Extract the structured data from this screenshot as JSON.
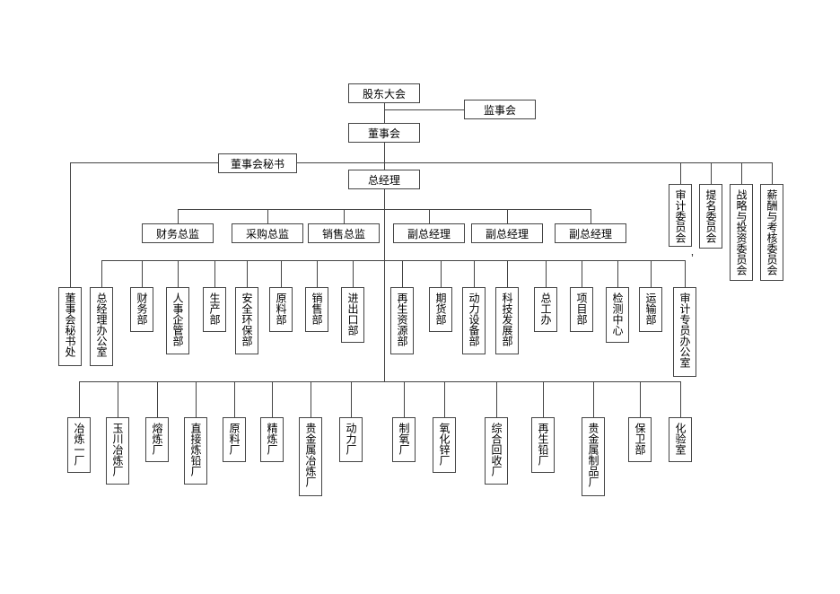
{
  "page": {
    "background": "#ffffff",
    "border_color": "#444444",
    "line_color": "#444444"
  },
  "org": {
    "root": "股东大会",
    "supervisory_board": "监事会",
    "board": "董事会",
    "board_secretary": "董事会秘书",
    "general_manager": "总经理",
    "committees": [
      "审计委员会",
      "提名委员会",
      "战略与投资委员会",
      "薪酬与考核委员会"
    ],
    "executives": [
      "财务总监",
      "采购总监",
      "销售总监",
      "副总经理",
      "副总经理",
      "副总经理"
    ],
    "departments": [
      "董事会秘书处",
      "总经理办公室",
      "财务部",
      "人事企管部",
      "生产部",
      "安全环保部",
      "原料部",
      "销售部",
      "进出口部",
      "再生资源部",
      "期货部",
      "动力设备部",
      "科技发展部",
      "总工办",
      "项目部",
      "检测中心",
      "运输部",
      "审计专员办公室"
    ],
    "plants": [
      "冶炼一厂",
      "玉川冶炼厂",
      "熔炼厂",
      "直接炼铅厂",
      "原料厂",
      "精炼厂",
      "贵金属冶炼厂",
      "动力厂",
      "制氧厂",
      "氧化锌厂",
      "综合回收厂",
      "再生铅厂",
      "贵金属制品厂",
      "保卫部",
      "化验室"
    ],
    "stray_mark": "’"
  }
}
